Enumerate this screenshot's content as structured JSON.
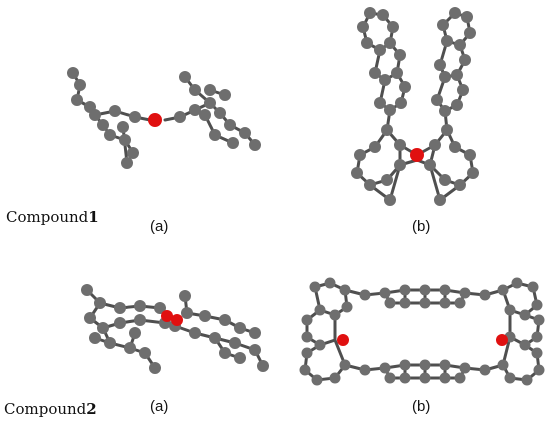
{
  "figure": {
    "row1": {
      "compound_label": "Compound",
      "compound_number": "1",
      "panel_a_label": "(a)",
      "panel_b_label": "(b)"
    },
    "row2": {
      "compound_label": "Compound",
      "compound_number": "2",
      "panel_a_label": "(a)",
      "panel_b_label": "(b)"
    }
  },
  "colors": {
    "carbon_atom": "#6e6e6e",
    "bond": "#4f4f4f",
    "oxygen_atom": "#e01010"
  }
}
